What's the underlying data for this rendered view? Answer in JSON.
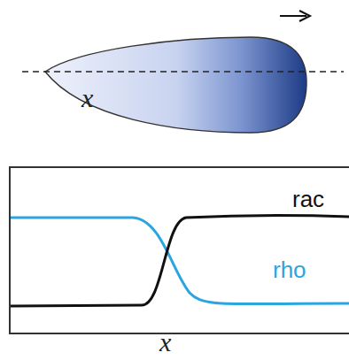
{
  "diagram": {
    "nodes": [
      {
        "text": [
          "x"
        ]
      },
      {
        "text": [
          "rac",
          "rho"
        ]
      }
    ],
    "labels": [
      "x"
    ]
  }
}
